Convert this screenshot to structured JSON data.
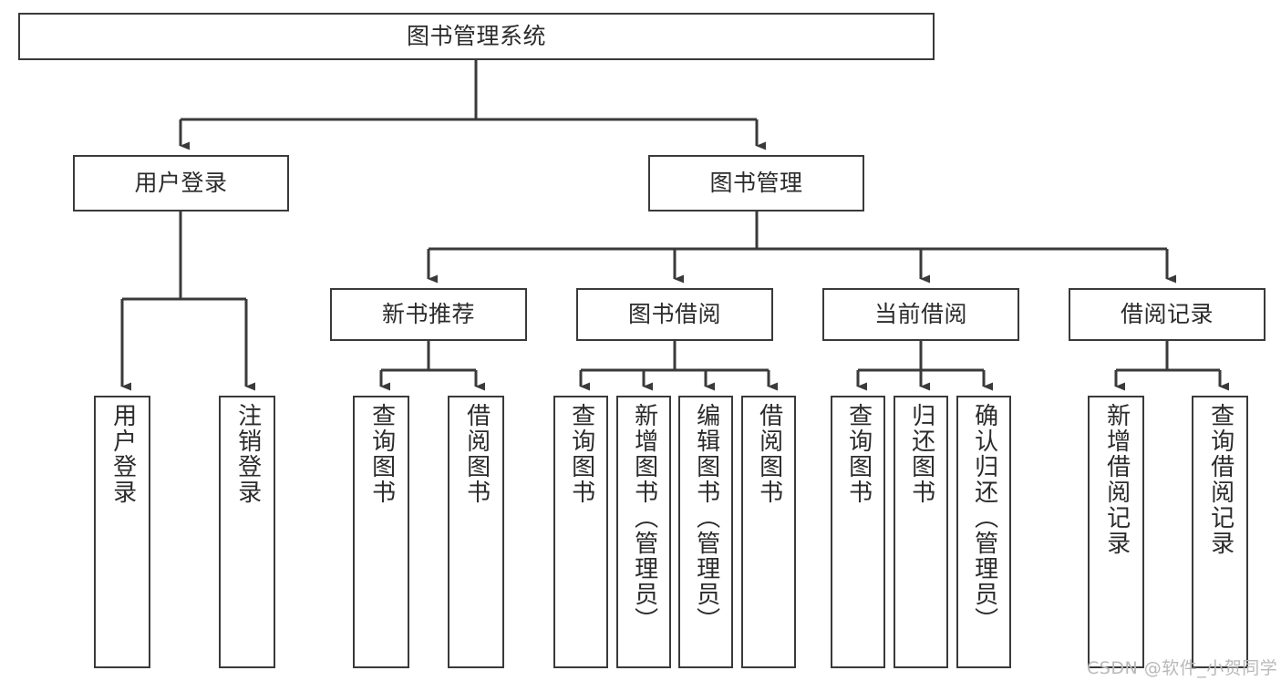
{
  "diagram": {
    "title": "图书管理系统",
    "type": "functional-structure-tree",
    "watermark": "CSDN @软件_小贺同学",
    "colors": {
      "border": "#3a3a3a",
      "text": "#2b2b2b",
      "background": "#ffffff",
      "watermark": "#b9b9b9"
    },
    "levels": {
      "root": {
        "label": "图书管理系统"
      },
      "level2": [
        {
          "label": "用户登录"
        },
        {
          "label": "图书管理"
        }
      ],
      "level3": [
        {
          "label": "新书推荐"
        },
        {
          "label": "图书借阅"
        },
        {
          "label": "当前借阅"
        },
        {
          "label": "借阅记录"
        }
      ],
      "leaves": [
        {
          "label": "用户登录",
          "parent": "用户登录"
        },
        {
          "label": "注销登录",
          "parent": "用户登录"
        },
        {
          "label": "查询图书",
          "parent": "新书推荐"
        },
        {
          "label": "借阅图书",
          "parent": "新书推荐"
        },
        {
          "label": "查询图书",
          "parent": "图书借阅"
        },
        {
          "label": "新增图书（管理员）",
          "parent": "图书借阅"
        },
        {
          "label": "编辑图书（管理员）",
          "parent": "图书借阅"
        },
        {
          "label": "借阅图书",
          "parent": "图书借阅"
        },
        {
          "label": "查询图书",
          "parent": "当前借阅"
        },
        {
          "label": "归还图书",
          "parent": "当前借阅"
        },
        {
          "label": "确认归还（管理员）",
          "parent": "当前借阅"
        },
        {
          "label": "新增借阅记录",
          "parent": "借阅记录"
        },
        {
          "label": "查询借阅记录",
          "parent": "借阅记录"
        }
      ]
    }
  }
}
